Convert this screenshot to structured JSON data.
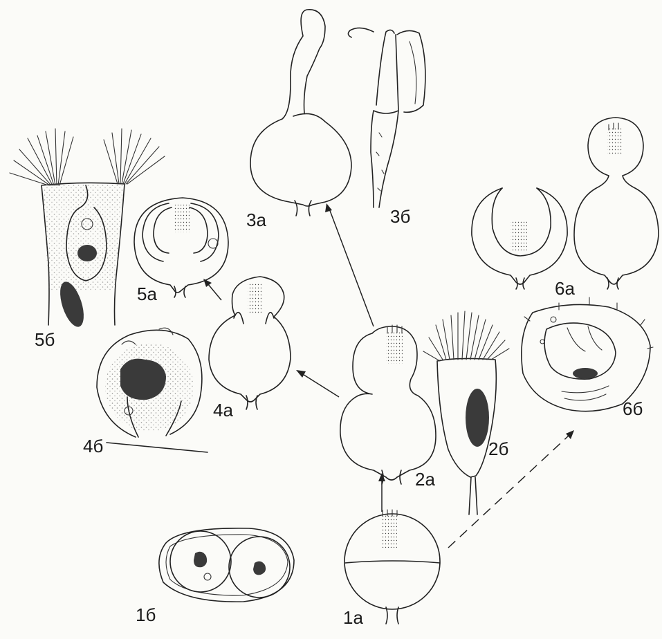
{
  "figure": {
    "labels": {
      "s1a": "1а",
      "s1b": "1б",
      "s2a": "2а",
      "s2b": "2б",
      "s3a": "3а",
      "s3b": "3б",
      "s4a": "4а",
      "s4b": "4б",
      "s5a": "5а",
      "s5b": "5б",
      "s6a": "6а",
      "s6b": "6б"
    },
    "ink_color": "#222222",
    "background_color": "#fbfbf8"
  }
}
